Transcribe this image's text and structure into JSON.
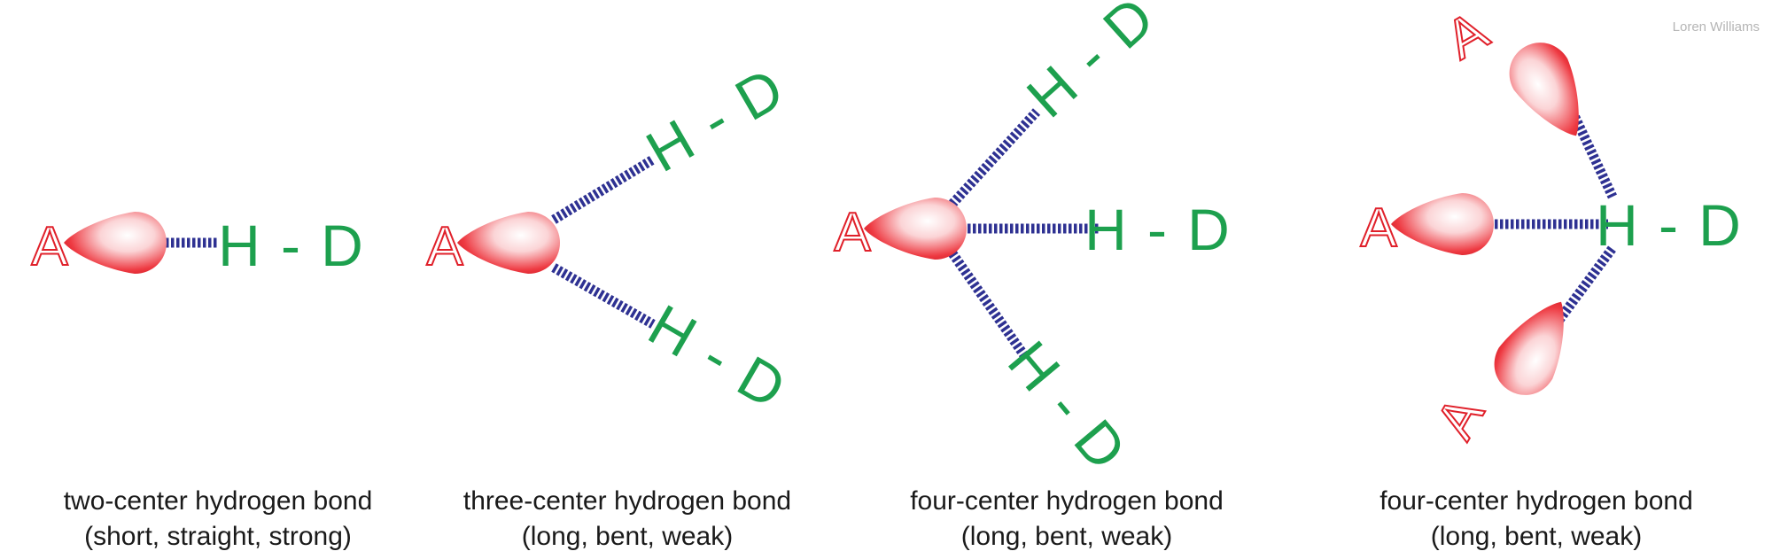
{
  "acceptor_label": "A",
  "hydrogen_label": "H",
  "dash": "-",
  "donor_label": "D",
  "credit": "Loren Williams",
  "captions": [
    {
      "line1": "two-center hydrogen bond",
      "line2": "(short, straight, strong)"
    },
    {
      "line1": "three-center hydrogen bond",
      "line2": "(long, bent, weak)"
    },
    {
      "line1": "four-center hydrogen bond",
      "line2": "(long, bent, weak)"
    },
    {
      "line1": "four-center hydrogen bond",
      "line2": "(long, bent, weak)"
    }
  ],
  "colors": {
    "acceptor": "#e0202a",
    "hd_group": "#1da04e",
    "bond": "#2e3192",
    "caption": "#1a1a1a"
  }
}
